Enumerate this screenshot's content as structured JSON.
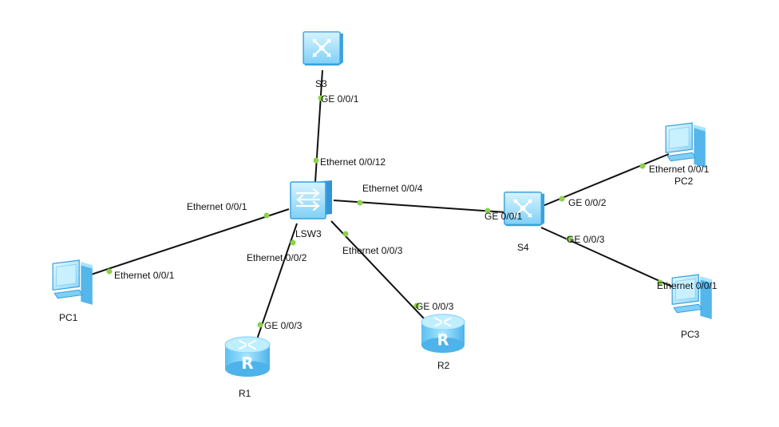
{
  "devices": {
    "s3": {
      "name": "S3",
      "type": "core-switch"
    },
    "lsw3": {
      "name": "LSW3",
      "type": "switch"
    },
    "s4": {
      "name": "S4",
      "type": "core-switch"
    },
    "pc1": {
      "name": "PC1",
      "type": "pc"
    },
    "pc2": {
      "name": "PC2",
      "type": "pc"
    },
    "pc3": {
      "name": "PC3",
      "type": "pc"
    },
    "r1": {
      "name": "R1",
      "type": "router"
    },
    "r2": {
      "name": "R2",
      "type": "router"
    }
  },
  "links": [
    {
      "from": "S3",
      "from_port": "GE 0/0/1",
      "to": "LSW3",
      "to_port": "Ethernet 0/0/12"
    },
    {
      "from": "LSW3",
      "from_port": "Ethernet 0/0/1",
      "to": "PC1",
      "to_port": "Ethernet 0/0/1"
    },
    {
      "from": "LSW3",
      "from_port": "Ethernet 0/0/2",
      "to": "R1",
      "to_port": "GE 0/0/3"
    },
    {
      "from": "LSW3",
      "from_port": "Ethernet 0/0/3",
      "to": "R2",
      "to_port": "GE 0/0/3"
    },
    {
      "from": "LSW3",
      "from_port": "Ethernet 0/0/4",
      "to": "S4",
      "to_port": "GE 0/0/1"
    },
    {
      "from": "S4",
      "from_port": "GE 0/0/2",
      "to": "PC2",
      "to_port": "Ethernet 0/0/1"
    },
    {
      "from": "S4",
      "from_port": "GE 0/0/3",
      "to": "PC3",
      "to_port": "Ethernet 0/0/1"
    }
  ],
  "colors": {
    "device_fill": "#9fe0ff",
    "device_dark": "#3fa9e8",
    "link": "#111111",
    "port_dot": "#8cd24a"
  }
}
